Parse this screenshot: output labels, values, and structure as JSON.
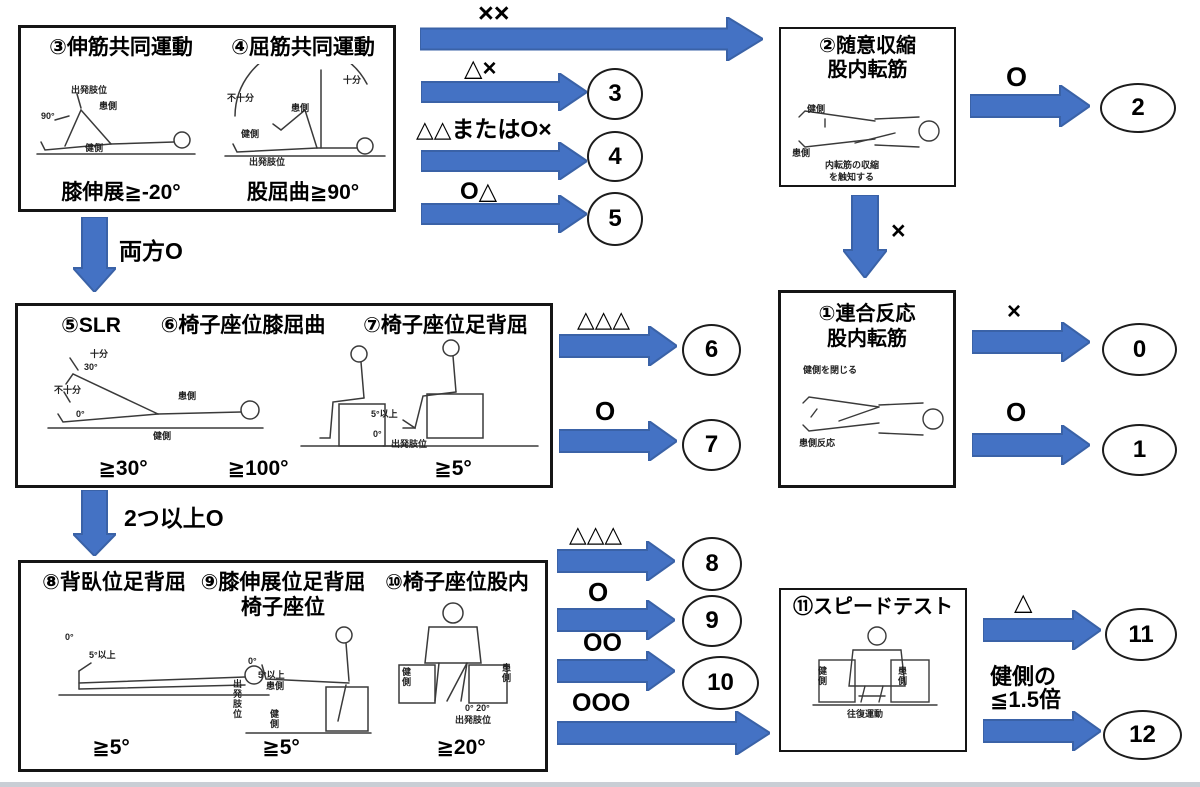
{
  "colors": {
    "accent": "#4472C4",
    "accent_dark": "#3A62A7",
    "box_border": "#151515"
  },
  "synergy_box": {
    "title_ext": "③伸筋共同運動",
    "title_flex": "④屈筋共同運動",
    "crit_ext": "膝伸展≧-20°",
    "crit_flex": "股屈曲≧90°"
  },
  "vol_box": {
    "line1": "②随意収縮",
    "line2": "股内転筋"
  },
  "assoc_box": {
    "line1": "①連合反応",
    "line2": "股内転筋"
  },
  "slr_box": {
    "title5": "⑤SLR",
    "title6": "⑥椅子座位膝屈曲",
    "title7": "⑦椅子座位足背屈",
    "crit5": "≧30°",
    "crit6": "≧100°",
    "crit7": "≧5°"
  },
  "dorsi_box": {
    "title8": "⑧背臥位足背屈",
    "title9a": "⑨膝伸展位足背屈",
    "title9b": "椅子座位",
    "title10": "⑩椅子座位股内",
    "crit8": "≧5°",
    "crit9": "≧5°",
    "crit10": "≧20°"
  },
  "speed_box": {
    "title": "⑪スピードテスト"
  },
  "arrow_labels": {
    "xx": "××",
    "tri_x": "△×",
    "tritri_or_ox": "△△またはO×",
    "o_tri": "O△",
    "o2": "O",
    "x_down": "×",
    "x0": "×",
    "o1": "O",
    "both_o": "両方O",
    "tri3_6": "△△△",
    "o7": "O",
    "two_or_more_o": "2つ以上O",
    "tri3_8": "△△△",
    "o9": "O",
    "oo10": "OO",
    "ooo": "OOO",
    "tri11": "△",
    "le_line1": "健側の",
    "le_line2": "≦1.5倍"
  },
  "scores": {
    "s0": "0",
    "s1": "1",
    "s2": "2",
    "s3": "3",
    "s4": "4",
    "s5": "5",
    "s6": "6",
    "s7": "7",
    "s8": "8",
    "s9": "9",
    "s10": "10",
    "s11": "11",
    "s12": "12"
  },
  "figs": {
    "ext": [
      "出発肢位",
      "患側",
      "90°",
      "健側"
    ],
    "flex": [
      "不十分",
      "十分",
      "患側",
      "健側",
      "出発肢位"
    ],
    "vol": [
      "健側",
      "患側",
      "内転筋の収縮",
      "を触知する"
    ],
    "assoc": [
      "健側を閉じる",
      "患側反応"
    ],
    "slr": [
      "十分",
      "30°",
      "不十分",
      "0°",
      "患側",
      "健側"
    ],
    "sit_ankle": [
      "5°以上",
      "0°",
      "出発肢位"
    ],
    "supine": [
      "0°",
      "5°以上"
    ],
    "knee_ext": [
      "0°",
      "5°以上",
      "出発肢位",
      "患側",
      "健側"
    ],
    "sit_add": [
      "健側",
      "患側",
      "0° 20°",
      "出発肢位"
    ],
    "speed": [
      "健側",
      "患側",
      "往復運動"
    ]
  }
}
